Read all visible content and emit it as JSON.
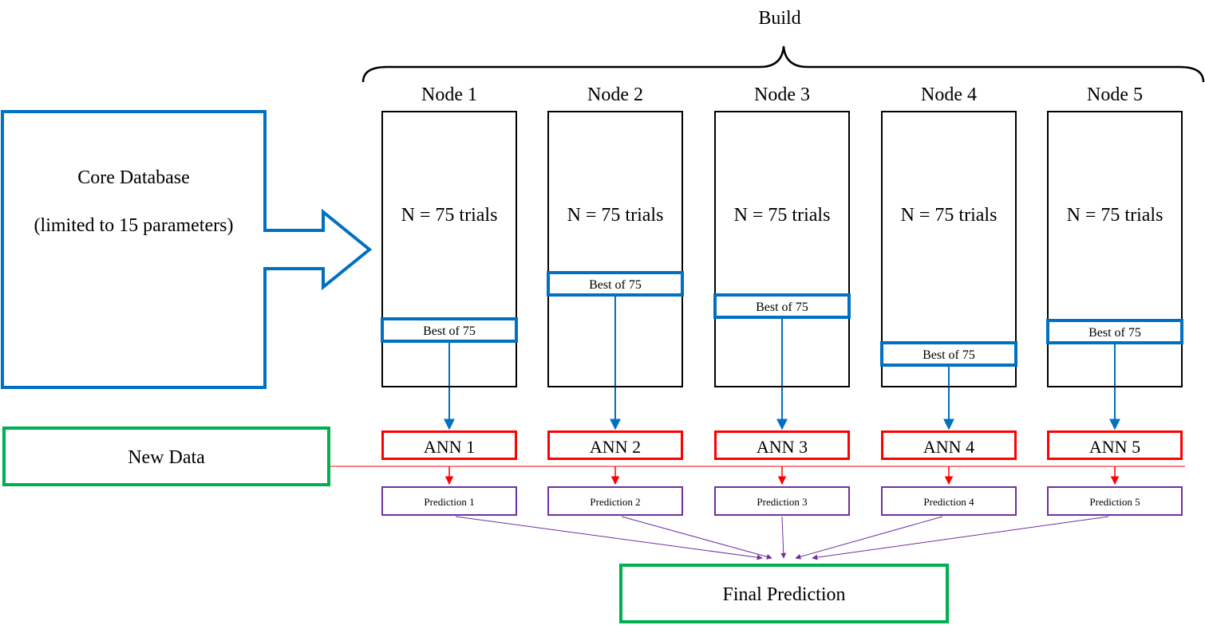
{
  "build_label": "Build",
  "core_database": {
    "title": "Core Database",
    "subtitle": "(limited to 15 parameters)"
  },
  "new_data_label": "New Data",
  "final_prediction_label": "Final Prediction",
  "nodes": [
    {
      "name": "Node 1",
      "trials": "N = 75 trials",
      "best": "Best of 75",
      "ann": "ANN 1",
      "prediction": "Prediction 1"
    },
    {
      "name": "Node 2",
      "trials": "N = 75 trials",
      "best": "Best of 75",
      "ann": "ANN 2",
      "prediction": "Prediction 2"
    },
    {
      "name": "Node 3",
      "trials": "N = 75 trials",
      "best": "Best of 75",
      "ann": "ANN 3",
      "prediction": "Prediction 3"
    },
    {
      "name": "Node 4",
      "trials": "N = 75 trials",
      "best": "Best of 75",
      "ann": "ANN 4",
      "prediction": "Prediction 4"
    },
    {
      "name": "Node 5",
      "trials": "N = 75 trials",
      "best": "Best of 75",
      "ann": "ANN 5",
      "prediction": "Prediction 5"
    }
  ],
  "colors": {
    "blue": "#0070c0",
    "red": "#ff0000",
    "green": "#00b050",
    "purple": "#7030a0",
    "black": "#000000"
  }
}
